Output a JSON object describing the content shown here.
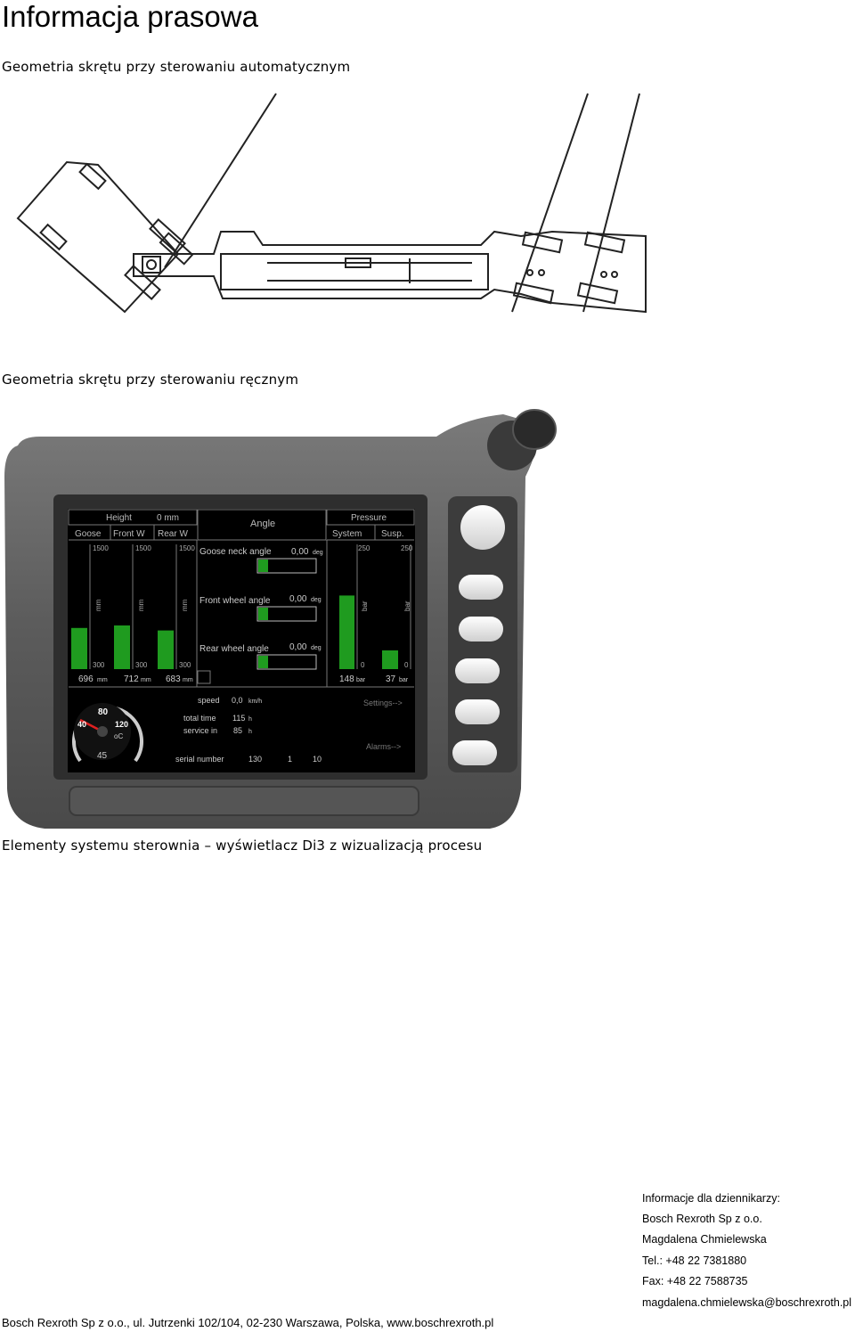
{
  "page": {
    "title": "Informacja prasowa",
    "captions": {
      "automatic": "Geometria skrętu przy sterowaniu automatycznym",
      "manual": "Geometria skrętu przy sterowaniu ręcznym",
      "elements": "Elementy systemu sterownia – wyświetlacz Di3 z wizualizacją procesu"
    }
  },
  "display": {
    "height_label": "Height",
    "height_value": "0 mm",
    "angle_label": "Angle",
    "pressure_label": "Pressure",
    "tabs": [
      "Goose",
      "Front W",
      "Rear W"
    ],
    "pressure_tabs": [
      "System",
      "Susp."
    ],
    "height_max": "1500",
    "height_min": "300",
    "unit_mm": "mm",
    "height_values": [
      "696",
      "712",
      "683"
    ],
    "height_levels": [
      0.33,
      0.35,
      0.31
    ],
    "angles": [
      {
        "label": "Goose neck angle",
        "value": "0,00",
        "unit": "deg"
      },
      {
        "label": "Front wheel angle",
        "value": "0,00",
        "unit": "deg"
      },
      {
        "label": "Rear wheel angle",
        "value": "0,00",
        "unit": "deg"
      }
    ],
    "pressure_max": "250",
    "pressure_min": "0",
    "unit_bar": "bar",
    "pressure_values": [
      "148",
      "37"
    ],
    "pressure_levels": [
      0.59,
      0.15
    ],
    "speed_label": "speed",
    "speed_value": "0,0",
    "speed_unit": "km/h",
    "total_time_label": "total time",
    "total_time_value": "115",
    "service_label": "service in",
    "service_value": "85",
    "hour_unit": "h",
    "serial_label": "serial number",
    "serial_values": [
      "130",
      "1",
      "10"
    ],
    "settings_link": "Settings-->",
    "alarms_link": "Alarms-->",
    "gauge": {
      "t80": "80",
      "t40": "40",
      "t120": "120",
      "unit": "oC",
      "value": "45"
    }
  },
  "contact": {
    "heading": "Informacje dla dziennikarzy:",
    "company": "Bosch Rexroth Sp z o.o.",
    "person": "Magdalena Chmielewska",
    "tel": "Tel.: +48 22 7381880",
    "fax": "Fax: +48 22 7588735",
    "email": "magdalena.chmielewska@boschrexroth.pl"
  },
  "footer": "Bosch Rexroth Sp z o.o., ul. Jutrzenki 102/104, 02-230 Warszawa, Polska, www.boschrexroth.pl"
}
